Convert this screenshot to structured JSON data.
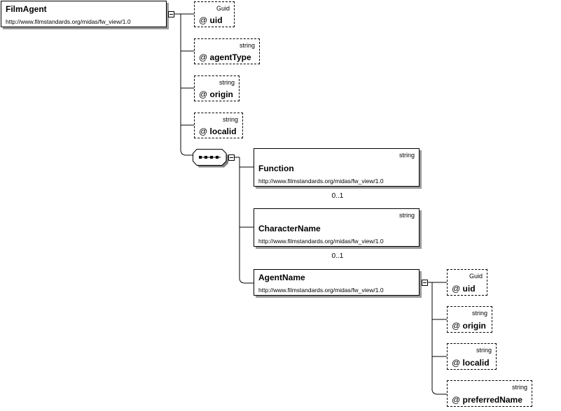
{
  "film_agent": {
    "name": "FilmAgent",
    "namespace": "http://www.filmstandards.org/midas/fw_view/1.0",
    "attributes": [
      {
        "type": "Guid",
        "name": "uid"
      },
      {
        "type": "string",
        "name": "agentType"
      },
      {
        "type": "string",
        "name": "origin"
      },
      {
        "type": "string",
        "name": "localid"
      }
    ]
  },
  "sequence": {
    "children": [
      {
        "name": "Function",
        "type": "string",
        "namespace": "http://www.filmstandards.org/midas/fw_view/1.0",
        "cardinality": "0..1"
      },
      {
        "name": "CharacterName",
        "type": "string",
        "namespace": "http://www.filmstandards.org/midas/fw_view/1.0",
        "cardinality": "0..1"
      },
      {
        "name": "AgentName",
        "type": "",
        "namespace": "http://www.filmstandards.org/midas/fw_view/1.0",
        "cardinality": ""
      }
    ]
  },
  "agent_name_attributes": [
    {
      "type": "Guid",
      "name": "uid"
    },
    {
      "type": "string",
      "name": "origin"
    },
    {
      "type": "string",
      "name": "localid"
    },
    {
      "type": "string",
      "name": "preferredName"
    }
  ],
  "at_symbol": "@"
}
